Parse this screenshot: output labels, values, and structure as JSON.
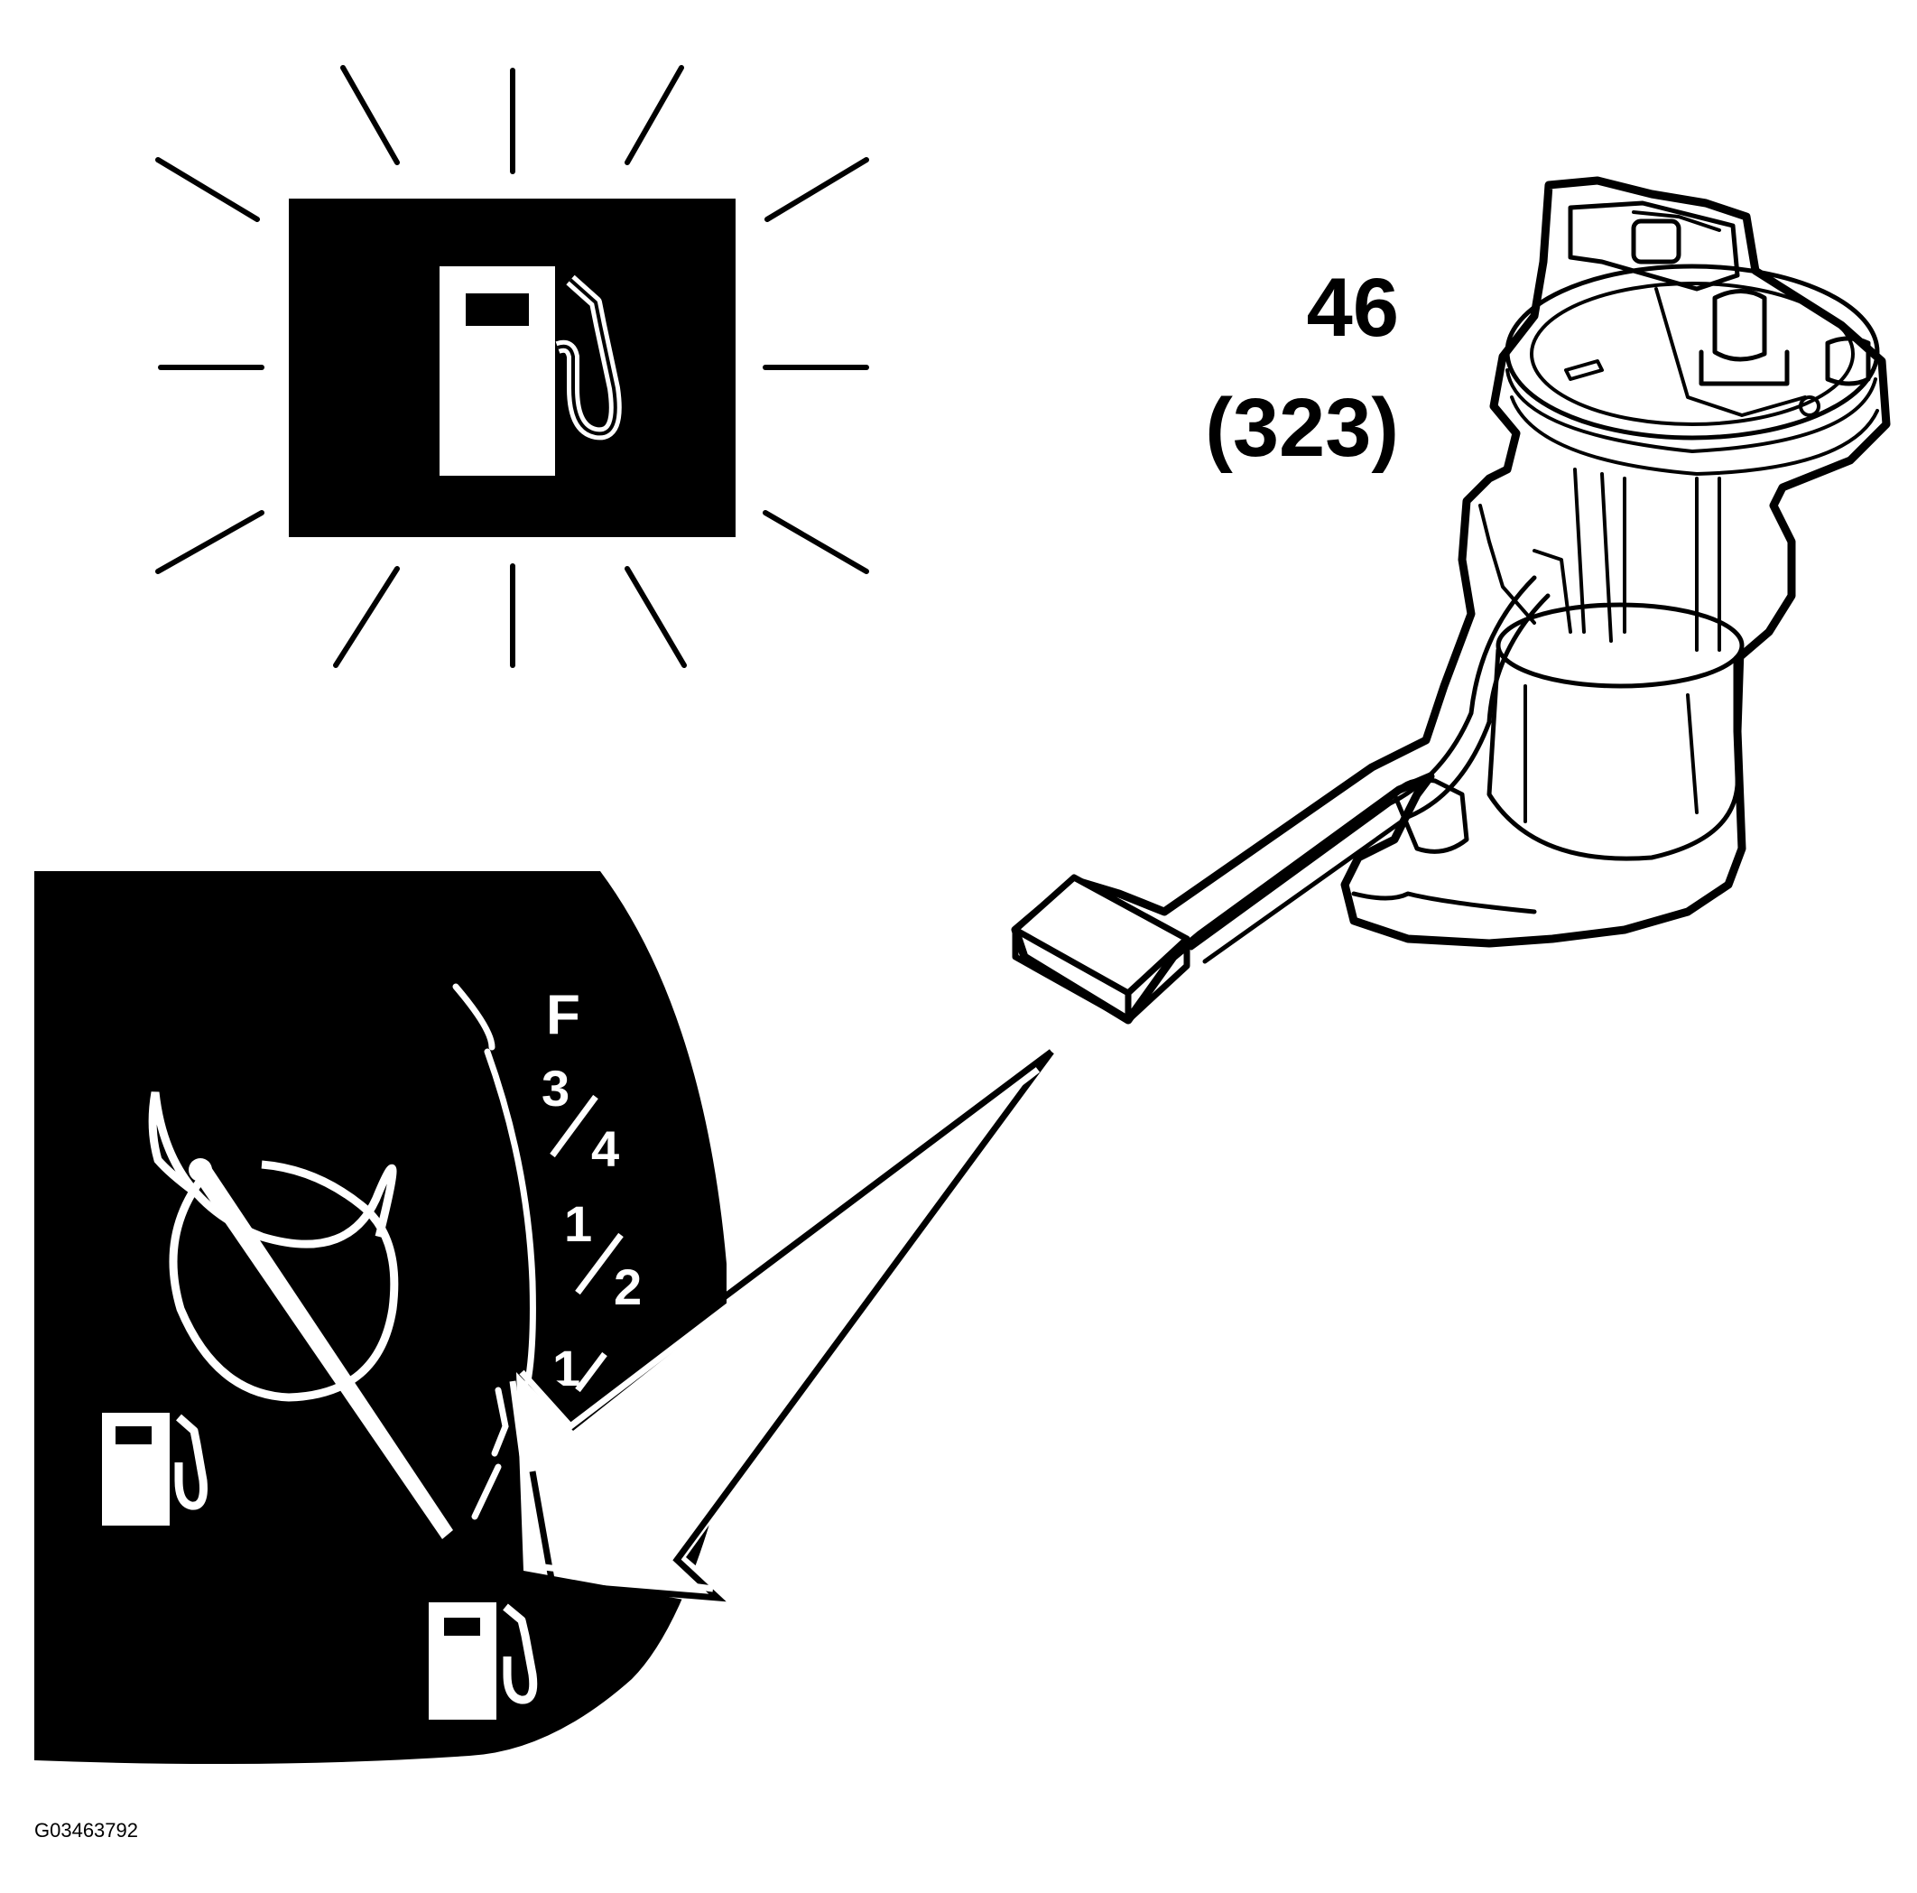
{
  "figure": {
    "image_code": "G03463792",
    "callout_number": "46",
    "callout_sub": "(323)"
  },
  "warning_lamp": {
    "icon": "fuel-pump-icon",
    "state": "illuminated"
  },
  "fuel_gauge": {
    "labels": {
      "full": "F",
      "three_quarter_num": "3",
      "three_quarter_den": "4",
      "half_num": "1",
      "half_den": "2",
      "quarter_num": "1"
    },
    "needle_level": "E",
    "icon": "fuel-pump-icon"
  },
  "component": {
    "icon": "fuel-pump-module-icon"
  },
  "colors": {
    "ink": "#000000",
    "paper": "#ffffff"
  }
}
